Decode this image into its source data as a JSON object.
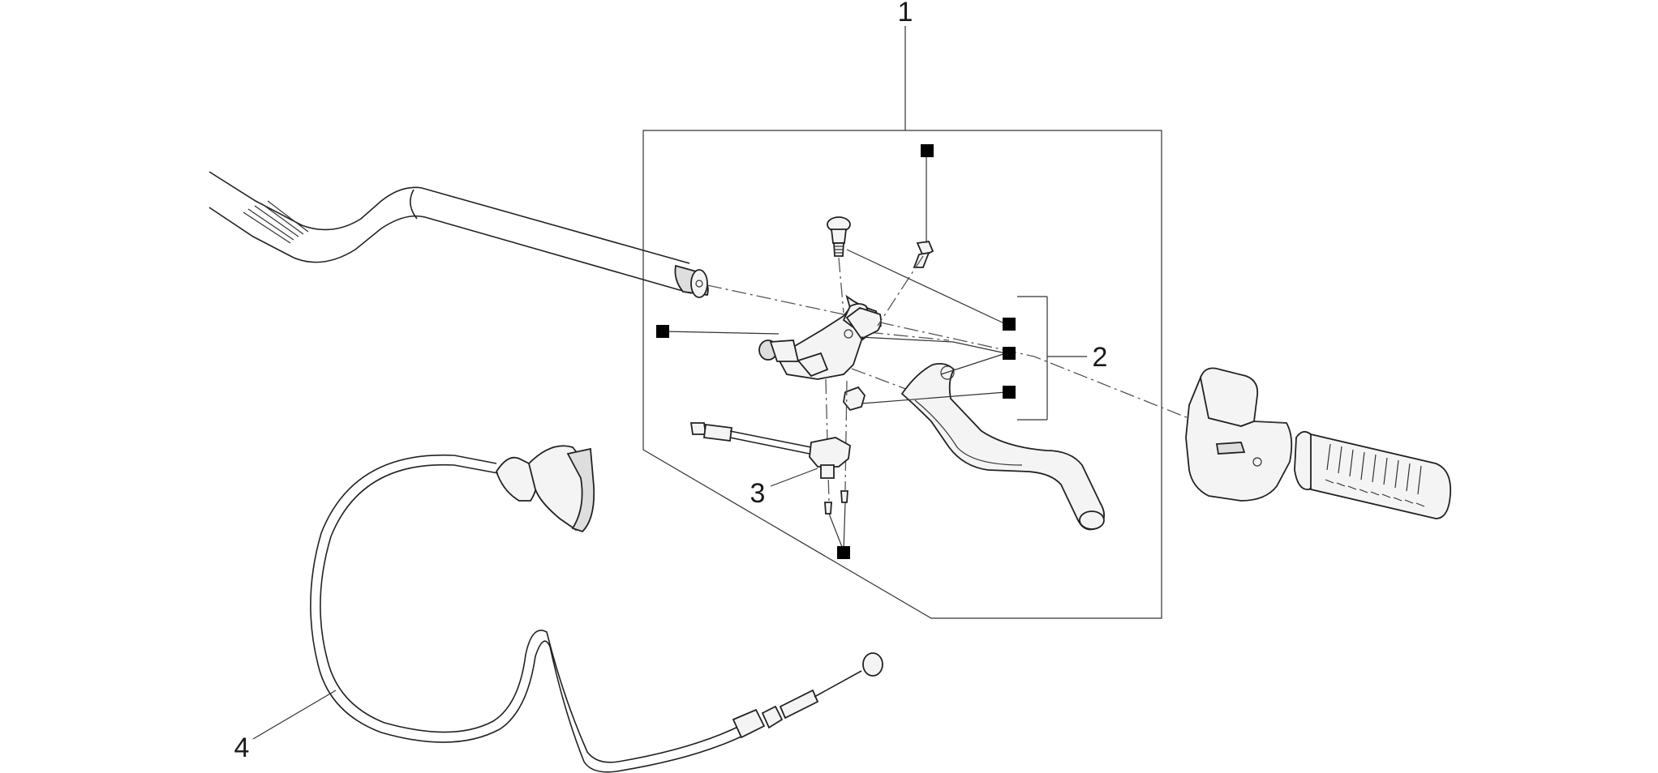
{
  "callouts": [
    {
      "id": "1",
      "text": "1"
    },
    {
      "id": "2",
      "text": "2"
    },
    {
      "id": "3",
      "text": "3"
    },
    {
      "id": "4",
      "text": "4"
    }
  ],
  "colors": {
    "line": "#222222",
    "marker": "#000000",
    "background": "#ffffff"
  },
  "icons": [
    "handlebar",
    "clutch-lever-bracket",
    "clutch-lever",
    "clutch-switch",
    "clutch-cable",
    "switch-housing",
    "hand-grip",
    "screw",
    "bolt",
    "nut"
  ]
}
